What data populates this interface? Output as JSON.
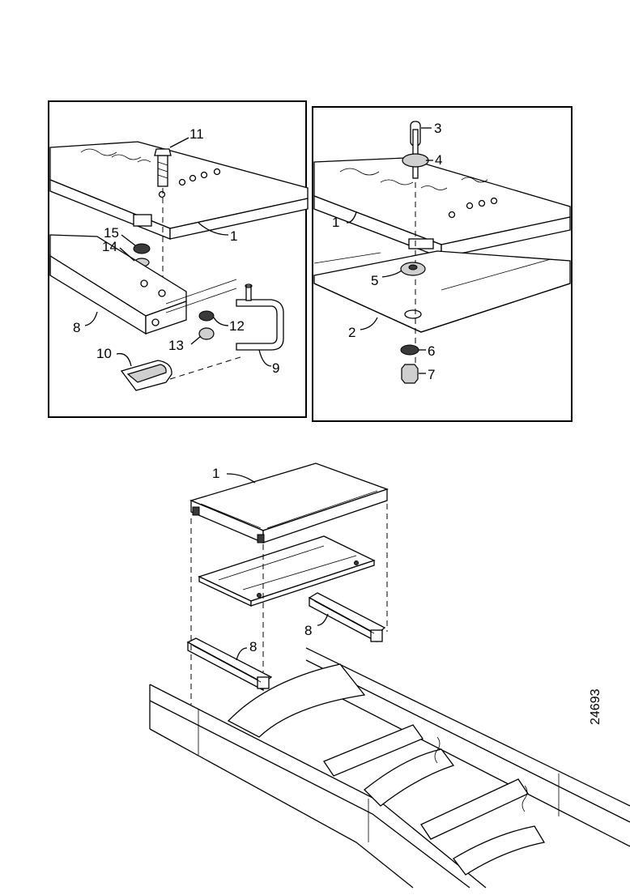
{
  "drawing_number": "24693",
  "left_panel": {
    "callouts": [
      "11",
      "1",
      "15",
      "14",
      "8",
      "12",
      "13",
      "10",
      "9"
    ]
  },
  "right_panel": {
    "callouts": [
      "3",
      "4",
      "1",
      "5",
      "2",
      "6",
      "7"
    ]
  },
  "bottom_view": {
    "callouts": [
      "1",
      "8",
      "8"
    ]
  }
}
